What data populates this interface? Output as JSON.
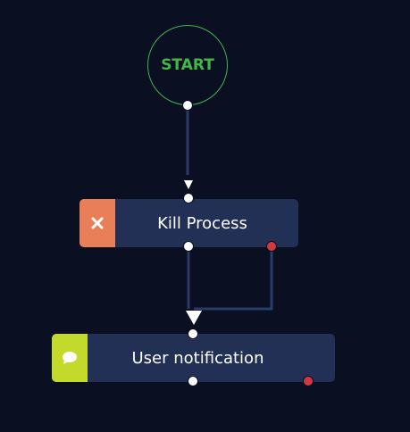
{
  "start": {
    "label": "START",
    "color": "#43b649"
  },
  "nodes": [
    {
      "id": "kill",
      "label": "Kill Process",
      "icon": "close-icon",
      "badge_color": "#e97f58"
    },
    {
      "id": "notify",
      "label": "User notification",
      "icon": "chat-bubble-icon",
      "badge_color": "#c3d92b"
    }
  ],
  "colors": {
    "background": "#0a1022",
    "node_fill": "#223056",
    "wire": "#2a3a6a",
    "error_port": "#d0393f"
  }
}
